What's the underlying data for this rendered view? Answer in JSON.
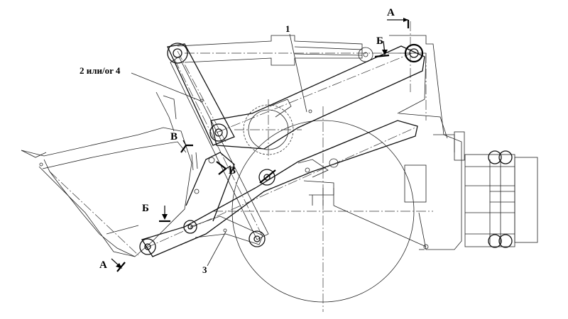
{
  "labels": {
    "part_1": "1",
    "part_2_or_4": "2 или/or 4",
    "part_3": "3",
    "section_a_top": "А",
    "section_a_bottom": "А",
    "section_b_top": "Б",
    "section_b_left": "Б",
    "section_v_left": "В",
    "section_v_right": "В"
  }
}
